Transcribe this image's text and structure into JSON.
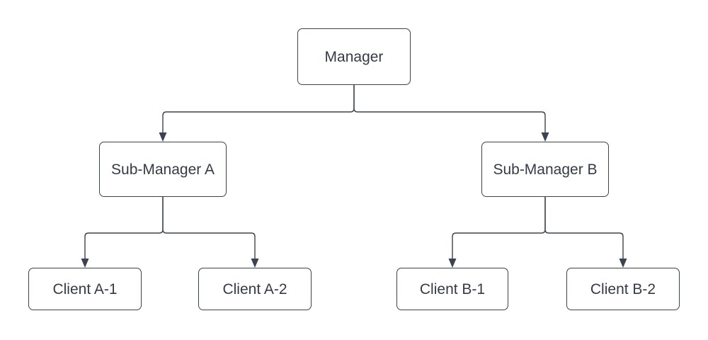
{
  "diagram": {
    "type": "org-chart-hierarchy",
    "nodes": {
      "manager": {
        "label": "Manager"
      },
      "sub_manager_a": {
        "label": "Sub-Manager A"
      },
      "sub_manager_b": {
        "label": "Sub-Manager B"
      },
      "client_a1": {
        "label": "Client A-1"
      },
      "client_a2": {
        "label": "Client A-2"
      },
      "client_b1": {
        "label": "Client B-1"
      },
      "client_b2": {
        "label": "Client B-2"
      }
    },
    "edges": [
      {
        "from": "Manager",
        "to": "Sub-Manager A",
        "arrow": "down"
      },
      {
        "from": "Manager",
        "to": "Sub-Manager B",
        "arrow": "down"
      },
      {
        "from": "Sub-Manager A",
        "to": "Client A-1",
        "arrow": "down"
      },
      {
        "from": "Sub-Manager A",
        "to": "Client A-2",
        "arrow": "down"
      },
      {
        "from": "Sub-Manager B",
        "to": "Client B-1",
        "arrow": "down"
      },
      {
        "from": "Sub-Manager B",
        "to": "Client B-2",
        "arrow": "down"
      }
    ],
    "colors": {
      "background": "#ffffff",
      "node_fill": "#ffffff",
      "stroke": "#3b4350",
      "text": "#343b46"
    }
  }
}
